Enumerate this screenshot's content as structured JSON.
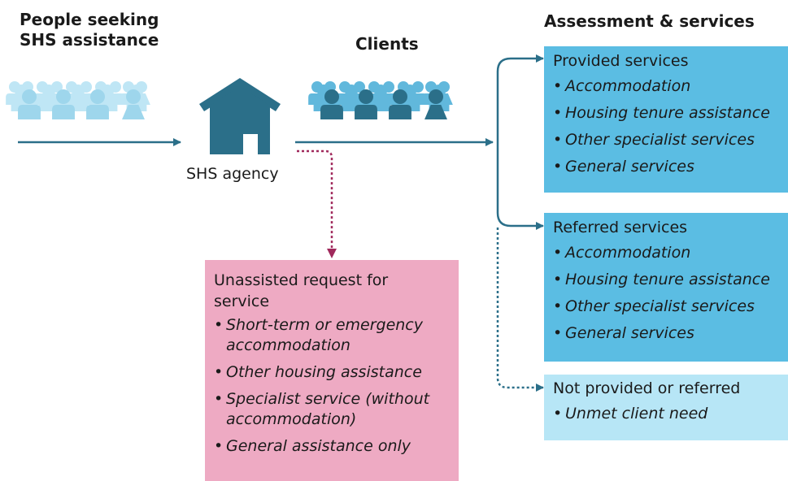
{
  "headers": {
    "people": [
      "People seeking",
      "SHS assistance"
    ],
    "clients": "Clients",
    "assessment": "Assessment & services"
  },
  "agency_label": "SHS agency",
  "boxes": {
    "provided": {
      "title": "Provided services",
      "items": [
        "Accommodation",
        "Housing tenure assistance",
        "Other specialist services",
        "General services"
      ],
      "color": "#5bbde3"
    },
    "referred": {
      "title": "Referred services",
      "items": [
        "Accommodation",
        "Housing tenure assistance",
        "Other specialist services",
        "General services"
      ],
      "color": "#5bbde3"
    },
    "not_provided": {
      "title": "Not provided or referred",
      "items": [
        "Unmet client need"
      ],
      "color": "#b7e6f6"
    },
    "unassisted": {
      "title_lines": [
        "Unassisted request for",
        "service"
      ],
      "items": [
        [
          "Short-term or emergency",
          "accommodation"
        ],
        [
          "Other housing assistance"
        ],
        [
          "Specialist service (without",
          "accommodation)"
        ],
        [
          "General assistance only"
        ]
      ],
      "color": "#eeaac3"
    }
  },
  "colors": {
    "arrow": "#2b6f89",
    "house": "#2b6f89",
    "pink_arrow": "#a0295c",
    "light_people": "#9ed6ec",
    "dark_people": "#2b6f89",
    "light_mid_people": "#61b8dc"
  }
}
